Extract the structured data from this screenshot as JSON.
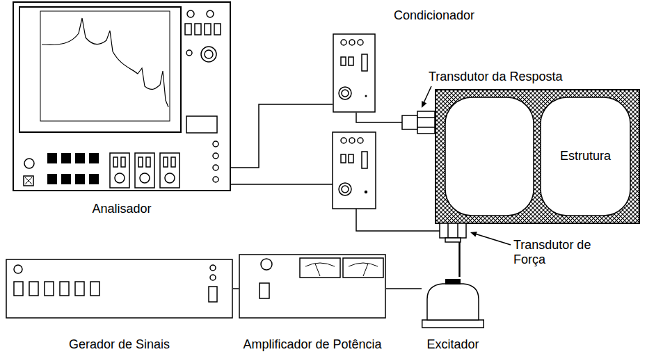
{
  "diagram": {
    "nodes": [
      {
        "text": [
          "Analisador"
        ]
      },
      {
        "text": [
          "Condicionador"
        ]
      },
      {
        "text": [
          "Estrutura"
        ]
      },
      {
        "text": [
          "Gerador de Sinais"
        ]
      },
      {
        "text": [
          "Amplificador de Potência"
        ]
      },
      {
        "text": [
          "Excitador"
        ]
      }
    ],
    "edges": [
      {
        "from": 0,
        "to": 1,
        "arrow": "none"
      },
      {
        "from": 3,
        "to": 4,
        "arrow": "none"
      },
      {
        "from": 4,
        "to": 5,
        "arrow": "none"
      },
      {
        "from": 5,
        "to": 2,
        "arrow": "none"
      }
    ],
    "labels": [
      "Transdutor da Resposta",
      "Transdutor de Força"
    ]
  }
}
